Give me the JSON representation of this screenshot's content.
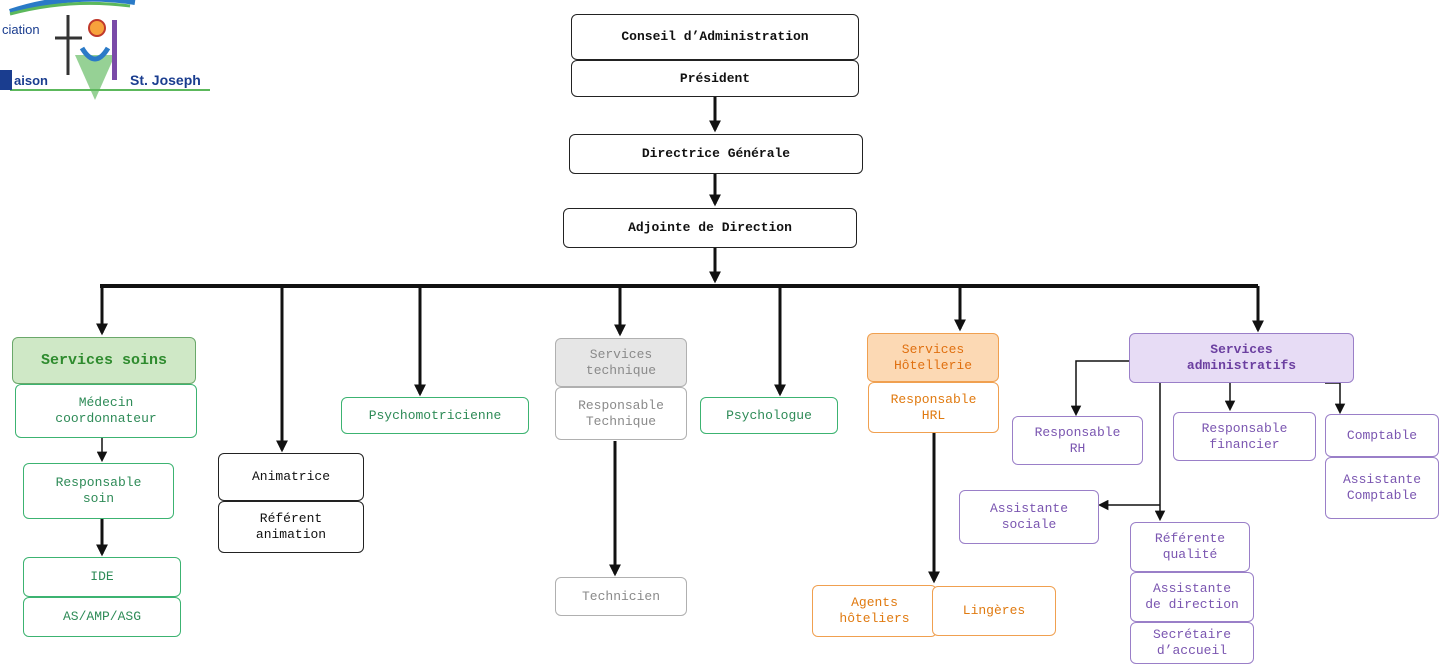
{
  "logo": {
    "line1": "ciation",
    "line2": "aison",
    "line3": "St. Joseph"
  },
  "boxes": {
    "conseil": "Conseil d’Administration",
    "president": "Président",
    "directrice": "Directrice Générale",
    "adjointe": "Adjointe de Direction",
    "services_soins": "Services soins",
    "medecin": "Médecin\ncoordonnateur",
    "resp_soin": "Responsable\nsoin",
    "ide": "IDE",
    "as_amp": "AS/AMP/ASG",
    "animatrice": "Animatrice",
    "referent_anim": "Référent\nanimation",
    "psychomot": "Psychomotricienne",
    "services_tech": "Services\ntechnique",
    "resp_tech": "Responsable\nTechnique",
    "technicien": "Technicien",
    "psychologue": "Psychologue",
    "services_hotel": "Services\nHôtellerie",
    "resp_hrl": "Responsable\nHRL",
    "agents_hot": "Agents\nhôteliers",
    "lingeres": "Lingères",
    "services_admin": "Services\nadministratifs",
    "resp_rh": "Responsable\nRH",
    "resp_fin": "Responsable\nfinancier",
    "comptable": "Comptable",
    "assist_compt": "Assistante\nComptable",
    "assist_soc": "Assistante\nsociale",
    "ref_qualite": "Référente\nqualité",
    "assist_dir": "Assistante\nde direction",
    "secretaire": "Secrétaire\nd’accueil"
  }
}
